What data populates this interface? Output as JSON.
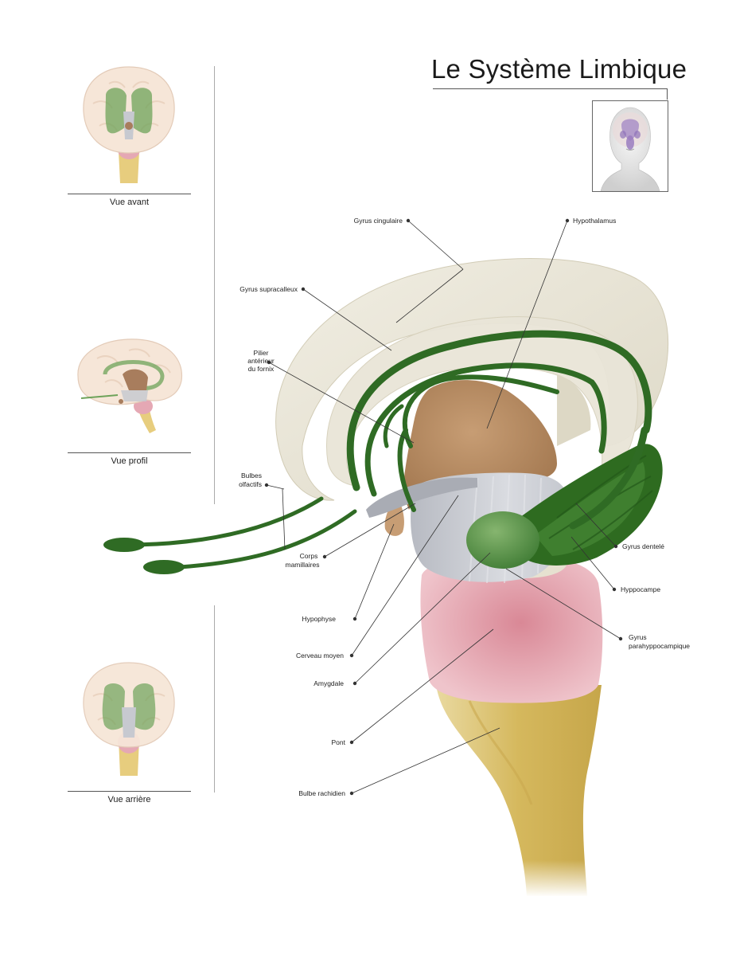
{
  "title": "Le Système Limbique",
  "views": [
    {
      "caption": "Vue avant"
    },
    {
      "caption": "Vue profil"
    },
    {
      "caption": "Vue arrière"
    }
  ],
  "labels": {
    "gyrus_cingulaire": "Gyrus cingulaire",
    "hypothalamus": "Hypothalamus",
    "gyrus_supracalleux": "Gyrus supracalleux",
    "pilier_1": "Pilier",
    "pilier_2": "antérieur",
    "pilier_3": "du fornix",
    "bulbes_1": "Bulbes",
    "bulbes_2": "olfactifs",
    "corps_1": "Corps",
    "corps_2": "mamillaires",
    "hypophyse": "Hypophyse",
    "cerveau_moyen": "Cerveau moyen",
    "amygdale": "Amygdale",
    "pont": "Pont",
    "bulbe_rachidien": "Bulbe rachidien",
    "gyrus_dentele": "Gyrus dentelé",
    "hyppocampe": "Hyppocampe",
    "gyrus_parahyp_1": "Gyrus",
    "gyrus_parahyp_2": "parahyppocampique"
  },
  "colors": {
    "cortex": "#e8e4d6",
    "limbic_green": "#2f6b24",
    "hypothalamus": "#b88c64",
    "midbrain": "#c9ccd2",
    "pons": "#e3a6b0",
    "medulla": "#d8c075",
    "amygdala": "#5f9a4e"
  }
}
